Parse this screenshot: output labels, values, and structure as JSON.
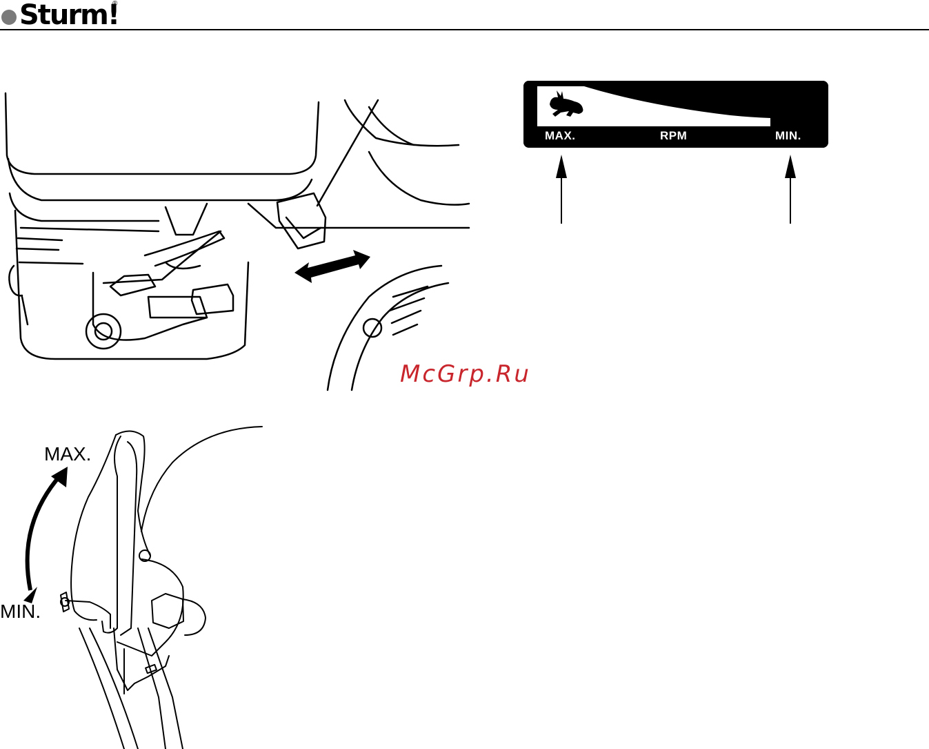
{
  "header": {
    "brand": "Sturm!",
    "registered_mark": "®"
  },
  "throttle_plate": {
    "max_label": "MAX.",
    "rpm_label": "RPM",
    "min_label": "MIN."
  },
  "watermark": "McGrp.Ru",
  "lever_figure": {
    "max_label": "MAX.",
    "min_label": "MIN."
  },
  "colors": {
    "brand_dot": "#7a7a7a",
    "watermark": "#c8262c",
    "ink": "#000000"
  }
}
